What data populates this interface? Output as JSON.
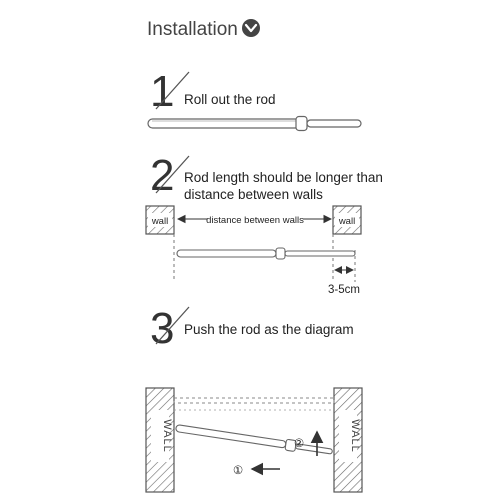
{
  "header": {
    "title": "Installation",
    "icon": "chevron-down-circle-icon"
  },
  "steps": [
    {
      "number": "1",
      "text_lines": [
        "Roll out the rod"
      ]
    },
    {
      "number": "2",
      "text_lines": [
        "Rod length should be longer than",
        "distance between walls"
      ],
      "wall_label": "wall",
      "distance_label": "distance between walls",
      "overlap_label": "3-5cm"
    },
    {
      "number": "3",
      "text_lines": [
        "Push the rod as the diagram"
      ],
      "wall_label": "WALL",
      "action_1": "①",
      "action_2": "②"
    }
  ],
  "colors": {
    "text": "#333333",
    "line": "#555555",
    "hatch": "#666666",
    "rod": "#666666"
  }
}
